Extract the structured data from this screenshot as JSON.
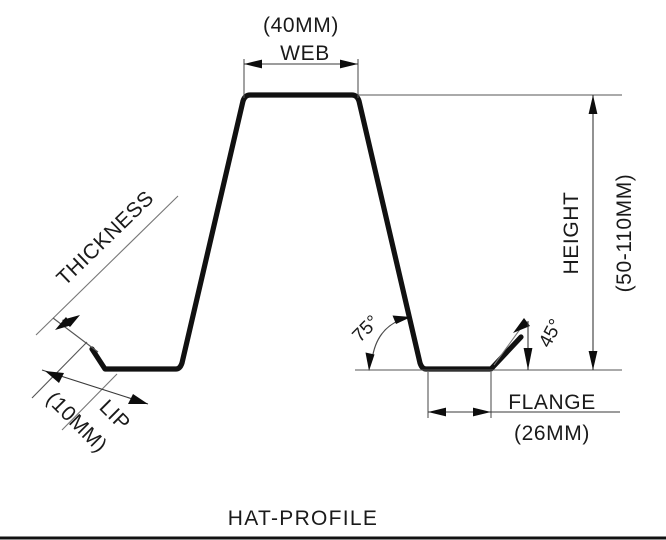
{
  "drawing": {
    "title": "HAT-PROFILE",
    "type": "engineering-cross-section",
    "units": "MM",
    "line_color": "#111111",
    "dimension_color": "#3a3a3a",
    "background": "#ffffff"
  },
  "dimensions": {
    "web": {
      "label": "WEB",
      "value": "(40MM)",
      "nominal_mm": 40,
      "orientation": "horizontal",
      "position": "top"
    },
    "height": {
      "label": "HEIGHT",
      "value": "(50-110MM)",
      "range_mm": [
        50,
        110
      ],
      "orientation": "vertical",
      "position": "right"
    },
    "flange": {
      "label": "FLANGE",
      "value": "(26MM)",
      "nominal_mm": 26,
      "orientation": "horizontal",
      "position": "bottom-right"
    },
    "lip": {
      "label": "LIP",
      "value": "(10MM)",
      "nominal_mm": 10,
      "orientation": "diagonal",
      "position": "bottom-left"
    },
    "thickness": {
      "label": "THICKNESS",
      "value": "",
      "orientation": "diagonal",
      "position": "left"
    }
  },
  "angles": [
    {
      "name": "web-angle",
      "label": "75°",
      "degrees": 75,
      "position": "inner-right-web"
    },
    {
      "name": "lip-angle",
      "label": "45°",
      "degrees": 45,
      "position": "outer-right-lip"
    }
  ]
}
